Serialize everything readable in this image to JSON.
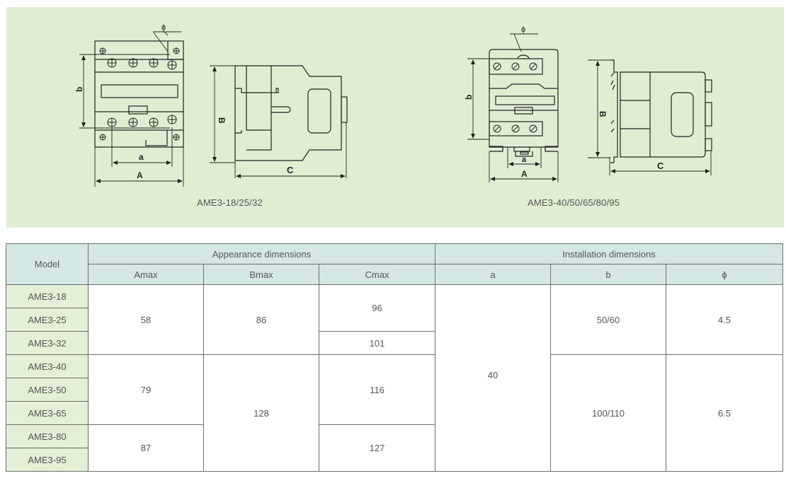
{
  "drawings": [
    {
      "caption": "AME3-18/25/32",
      "front_labels": {
        "phi": "ϕ",
        "b": "b",
        "a": "a",
        "A": "A"
      },
      "side_labels": {
        "B": "B",
        "C": "C"
      }
    },
    {
      "caption": "AME3-40/50/65/80/95",
      "front_labels": {
        "phi": "ϕ",
        "b": "b",
        "a": "a",
        "A": "A"
      },
      "side_labels": {
        "B": "B",
        "C": "C"
      }
    }
  ],
  "table": {
    "model_header": "Model",
    "group_headers": [
      "Appearance dimensions",
      "Installation dimensions"
    ],
    "sub_headers": [
      "Amax",
      "Bmax",
      "Cmax",
      "a",
      "b",
      "ϕ"
    ],
    "models": [
      "AME3-18",
      "AME3-25",
      "AME3-32",
      "AME3-40",
      "AME3-50",
      "AME3-65",
      "AME3-80",
      "AME3-95"
    ],
    "amax": [
      "58",
      "79",
      "87"
    ],
    "bmax": [
      "86",
      "128"
    ],
    "cmax": [
      "96",
      "101",
      "116",
      "127"
    ],
    "a": [
      "40"
    ],
    "b": [
      "50/60",
      "100/110"
    ],
    "phi": [
      "4.5",
      "6.5"
    ]
  },
  "colors": {
    "panel_bg": "#dfeed3",
    "header_bg": "#d5e7e5",
    "model_bg": "#e3efd6",
    "border": "#6e6e6e"
  }
}
